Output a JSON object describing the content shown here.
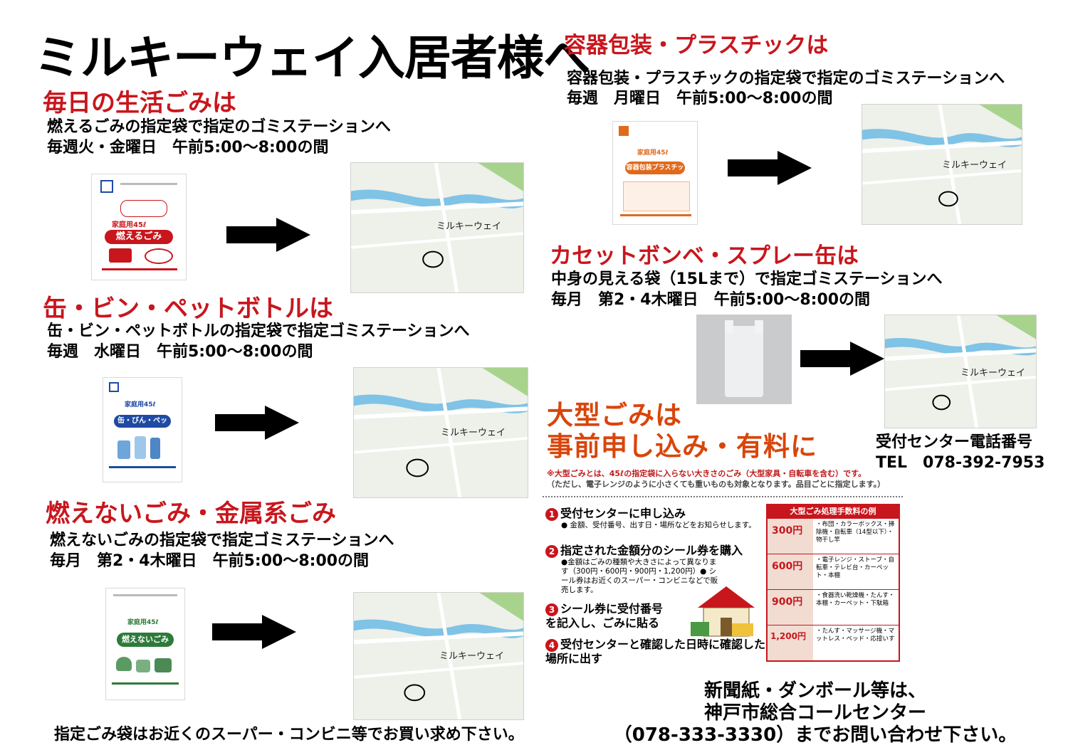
{
  "title": "ミルキーウェイ入居者様へ",
  "sections": {
    "daily": {
      "heading": "毎日の生活ごみは",
      "line1": "燃えるごみの指定袋で指定のゴミステーションへ",
      "line2": "毎週火・金曜日　午前5:00～8:00の間",
      "bag": {
        "band": "燃えるごみ",
        "size": "家庭用45ℓ",
        "color": "#c8161d"
      }
    },
    "cans": {
      "heading": "缶・ビン・ペットボトルは",
      "line1": "缶・ビン・ペットボトルの指定袋で指定ゴミステーションへ",
      "line2": "毎週　水曜日　午前5:00～8:00の間",
      "bag": {
        "band": "缶・びん・ペットボトル",
        "size": "家庭用45ℓ",
        "color": "#1f4aa3"
      }
    },
    "noncombustible": {
      "heading": "燃えないごみ・金属系ごみ",
      "line1": "燃えないごみの指定袋で指定ゴミステーションへ",
      "line2": "毎月　第2・4木曜日　午前5:00～8:00の間",
      "bag": {
        "band": "燃えないごみ",
        "size": "家庭用45ℓ",
        "color": "#2e7a3a"
      }
    },
    "plastic": {
      "heading": "容器包装・プラスチックは",
      "line1": "容器包装・プラスチックの指定袋で指定のゴミステーションへ",
      "line2": "毎週　月曜日　午前5:00～8:00の間",
      "bag": {
        "band": "容器包装プラスチック",
        "size": "家庭用45ℓ",
        "color": "#e06a1a"
      }
    },
    "cassette": {
      "heading": "カセットボンベ・スプレー缶は",
      "line1": "中身の見える袋（15Lまで）で指定ゴミステーションへ",
      "line2": "毎月　第2・4木曜日　午前5:00～8:00の間"
    }
  },
  "map_label": "ミルキーウェイ",
  "reception": {
    "label": "受付センター電話番号",
    "phone": "TEL　078-392-7953"
  },
  "bulky": {
    "title1": "大型ごみは",
    "title2": "事前申し込み・有料に",
    "note1": "※大型ごみとは、45ℓの指定袋に入らない大きさのごみ（大型家具・自転車を含む）です。",
    "note2": "（ただし、電子レンジのように小さくても重いものも対象となります。品目ごとに指定します。）",
    "steps": [
      {
        "n": "1",
        "title": "受付センターに申し込み",
        "sub": "● 金額、受付番号、出す日・場所などをお知らせします。"
      },
      {
        "n": "2",
        "title": "指定された金額分のシール券を購入",
        "sub": "●金額はごみの種類や大きさによって異なります（300円・600円・900円・1,200円）● シール券はお近くのスーパー・コンビニなどで販売します。"
      },
      {
        "n": "3",
        "title": "シール券に受付番号を記入し、ごみに貼る",
        "sub": ""
      },
      {
        "n": "4",
        "title": "受付センターと確認した日時に確認した場所に出す",
        "sub": ""
      }
    ],
    "fee_title": "大型ごみ処理手数料の例",
    "fees": [
      {
        "price": "300円",
        "items": "・布団・カラーボックス・掃除機・自転車（14型以下）・物干し竿"
      },
      {
        "price": "600円",
        "items": "・電子レンジ・ストーブ・自転車・テレビ台・カーペット・本棚"
      },
      {
        "price": "900円",
        "items": "・食器洗い乾燥機・たんす・本棚・カーペット・下駄箱"
      },
      {
        "price": "1,200円",
        "items": "・たんす・マッサージ機・マットレス・ベッド・応接いす"
      }
    ]
  },
  "footer_left": "指定ごみ袋はお近くのスーパー・コンビニ等でお買い求め下さい。",
  "footer_right": {
    "line1": "新聞紙・ダンボール等は、",
    "line2": "神戸市総合コールセンター",
    "line3": "（078-333-3330）までお問い合わせ下さい。"
  }
}
